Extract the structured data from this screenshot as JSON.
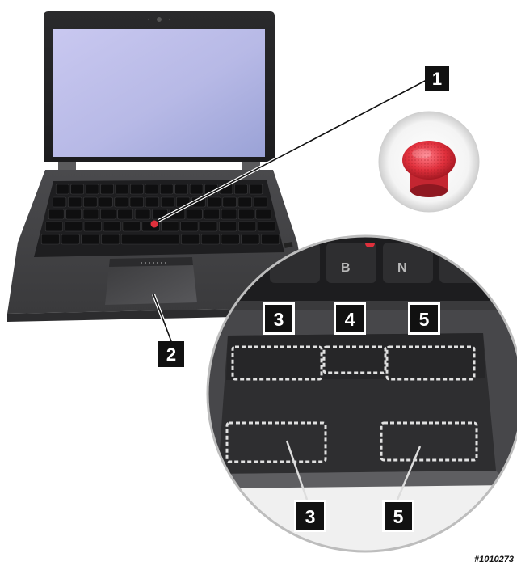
{
  "callouts": {
    "trackpoint": "1",
    "touchpad": "2",
    "left_click_zone": "3",
    "middle_click_zone": "4",
    "right_click_zone": "5",
    "left_click_zone_lower": "3",
    "right_click_zone_lower": "5"
  },
  "zoom_keys": {
    "key_b": "B",
    "key_n": "N"
  },
  "catalog_id": "#1010273",
  "colors": {
    "trackpoint_red": "#e0303c",
    "callout_box": "#111111",
    "laptop_body": "#3c3c3e",
    "screen": "#b8b8e8"
  }
}
